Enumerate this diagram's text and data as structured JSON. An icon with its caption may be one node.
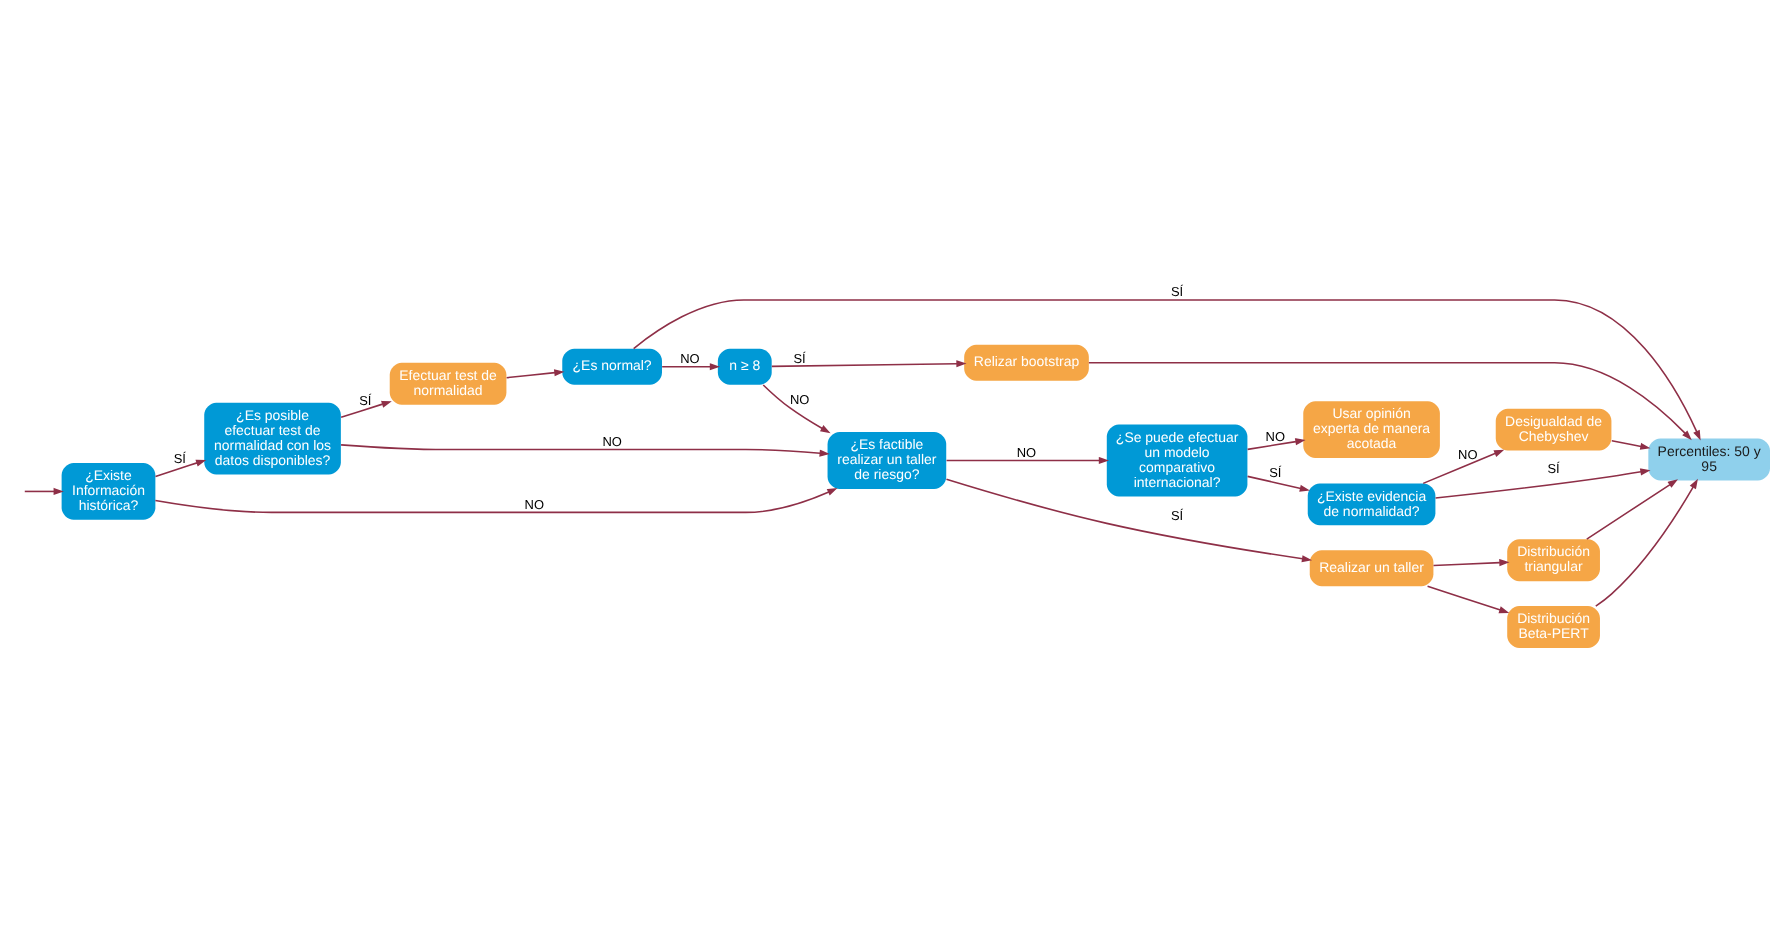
{
  "diagram": {
    "nodes": [
      {
        "text": [
          "¿Es posible efectuar test de normalidad con los datos disponibles?"
        ]
      },
      {
        "text": [
          "Efectuar test de normalidad"
        ]
      },
      {
        "text": [
          "¿Es normal?"
        ]
      },
      {
        "text": [
          "n ≥ 8"
        ]
      },
      {
        "text": [
          "Relizar bootstrap"
        ]
      },
      {
        "text": [
          "¿Existe Información histórica?"
        ]
      },
      {
        "text": [
          "Distribución Beta-PERT"
        ]
      },
      {
        "text": [
          "Percentiles: 50 y 95"
        ]
      },
      {
        "text": [
          "¿Es factible realizar un taller de riesgo?"
        ]
      },
      {
        "text": [
          "Realizar un taller"
        ]
      },
      {
        "text": [
          "Distribución triangular"
        ]
      },
      {
        "text": [
          "Desigualdad de Chebyshev"
        ]
      },
      {
        "text": [
          "Usar opinión experta de manera acotada"
        ]
      },
      {
        "text": [
          "¿Se puede efectuar un modelo comparativo internacional?"
        ]
      },
      {
        "text": [
          "¿Existe evidencia de normalidad?"
        ]
      }
    ],
    "edges": [
      {
        "from": null,
        "to": 5,
        "arrow": "to"
      },
      {
        "from": 5,
        "to": 0,
        "arrow": "to",
        "label": "SÍ"
      },
      {
        "from": 5,
        "to": 8,
        "arrow": "to",
        "label": "NO"
      },
      {
        "from": 0,
        "to": 1,
        "arrow": "to",
        "label": "SÍ"
      },
      {
        "from": 0,
        "to": 8,
        "arrow": "to",
        "label": "NO"
      },
      {
        "from": 1,
        "to": 2,
        "arrow": "to"
      },
      {
        "from": 2,
        "to": 7,
        "arrow": "to",
        "label": "SÍ"
      },
      {
        "from": 2,
        "to": 3,
        "arrow": "to",
        "label": "NO"
      },
      {
        "from": 3,
        "to": 4,
        "arrow": "to",
        "label": "SÍ"
      },
      {
        "from": 3,
        "to": 8,
        "arrow": "to",
        "label": "NO"
      },
      {
        "from": 4,
        "to": 7,
        "arrow": "to"
      },
      {
        "from": 8,
        "to": 9,
        "arrow": "to",
        "label": "SÍ"
      },
      {
        "from": 8,
        "to": 13,
        "arrow": "to",
        "label": "NO"
      },
      {
        "from": 9,
        "to": 6,
        "arrow": "to"
      },
      {
        "from": 9,
        "to": 10,
        "arrow": "to"
      },
      {
        "from": 6,
        "to": 7,
        "arrow": "to"
      },
      {
        "from": 10,
        "to": 7,
        "arrow": "to"
      },
      {
        "from": 13,
        "to": 12,
        "arrow": "to",
        "label": "NO"
      },
      {
        "from": 13,
        "to": 14,
        "arrow": "to",
        "label": "SÍ"
      },
      {
        "from": 14,
        "to": 11,
        "arrow": "to",
        "label": "NO"
      },
      {
        "from": 14,
        "to": 7,
        "arrow": "to",
        "label": "SÍ"
      },
      {
        "from": 11,
        "to": 7,
        "arrow": "to"
      }
    ]
  }
}
